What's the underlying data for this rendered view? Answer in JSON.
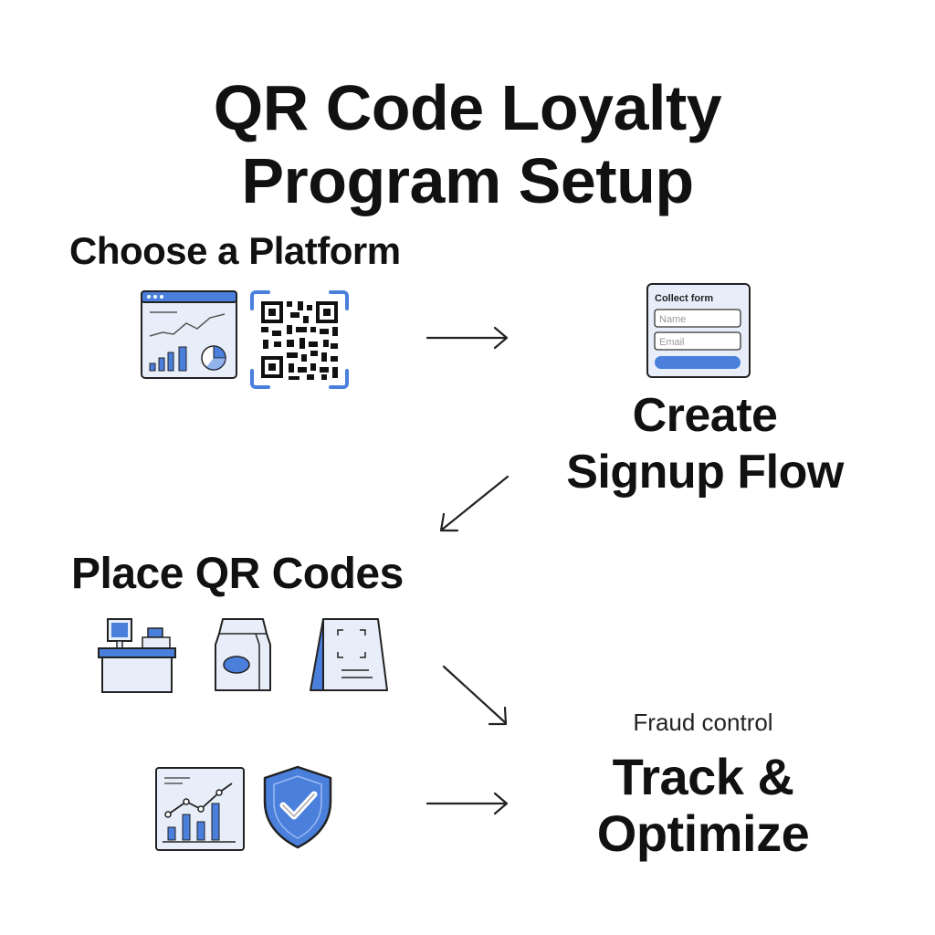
{
  "title": {
    "line1": "QR Code Loyalty",
    "line2": "Program Setup"
  },
  "steps": {
    "choose_platform": "Choose a Platform",
    "create_signup": {
      "line1": "Create",
      "line2": "Signup Flow"
    },
    "place_qr": "Place QR Codes",
    "track_optimize": {
      "line1": "Track &",
      "line2": "Optimize"
    }
  },
  "form": {
    "heading": "Collect form",
    "name_placeholder": "Name",
    "email_placeholder": "Email"
  },
  "fraud_note": "Fraud control",
  "icons": {
    "platform": [
      "dashboard-icon",
      "qr-code-icon"
    ],
    "signup": [
      "form-icon"
    ],
    "placement": [
      "checkout-counter-icon",
      "product-bag-icon",
      "a-frame-sign-icon"
    ],
    "tracking": [
      "analytics-chart-icon",
      "shield-check-icon"
    ]
  },
  "colors": {
    "accent": "#4a7fdc",
    "light_fill": "#e7eef9",
    "stroke": "#222222"
  }
}
